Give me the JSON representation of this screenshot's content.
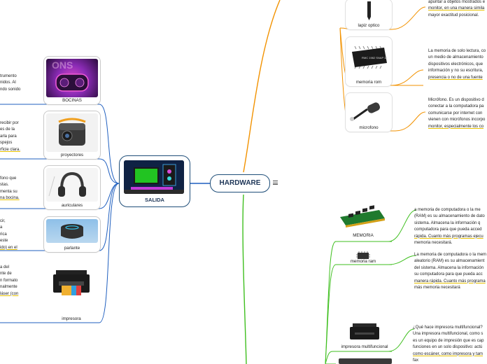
{
  "central": {
    "title": "HARDWARE",
    "menu_icon": "hamburger-icon"
  },
  "salida": {
    "label": "SALIDA",
    "image": "gaming-pc-icon",
    "items": [
      {
        "label": "BOCINAS",
        "image": "speaker-icon",
        "text": [
          "trumento",
          "nidos. Al",
          "ndo sonido"
        ]
      },
      {
        "label": "proyectores",
        "image": "projector-icon",
        "text": [
          "recibir por",
          "es de la",
          "arla para",
          "spejos",
          "rficie clara."
        ]
      },
      {
        "label": "auriculares",
        "image": "headphones-icon",
        "text": [
          "fono que",
          "stas.",
          "menta su",
          "na bocina."
        ]
      },
      {
        "label": "parlante",
        "image": "smart-speaker-icon",
        "text": [
          "cir,",
          "a",
          "rica",
          "este",
          "ido) en el"
        ]
      },
      {
        "label": "impresora",
        "image": "printer-icon",
        "text": [
          "a del",
          "nte de",
          "n formato",
          "nalmente",
          "láser (con"
        ]
      }
    ]
  },
  "entrada": [
    {
      "label": "lapiz optico",
      "image": "light-pen-icon",
      "text": [
        "apuntar a objetos mostrados e",
        "monitor, en una manera simila",
        "mayor exactitud posicional."
      ]
    },
    {
      "label": "memoria rom",
      "image": "rom-chip-icon",
      "chip_text": "RMC 1982 SNAP 18",
      "text": [
        "La memoria de solo lectura, co",
        "un medio de almacenamiento",
        "dispositivos electrónicos, que",
        "información y no su escritura,",
        "presencia o no de una fuente"
      ]
    },
    {
      "label": "microfono",
      "image": "microphone-icon",
      "text": [
        "Micrófono. Es un dispositivo d",
        "conectar a la computadora pa",
        "comunicarse por internet con",
        "vienen con micrófonos incorpo",
        "monitor, especialmente los co"
      ]
    }
  ],
  "almacenamiento": [
    {
      "label": "MEMORIA",
      "image": "ram-module-icon",
      "text": [
        "a memoria de computadora o la me",
        "(RAM) es su almacenamiento de dato",
        "sistema. Almacena la información q",
        "computadora para que pueda acced",
        "rápida. Cuanto más programas ejecu",
        "memoria necesitará."
      ]
    },
    {
      "label": "memoria ram",
      "image": "ram-chip-icon",
      "text": [
        "La memoria de computadora o la mem",
        "aleatorio (RAM) es su almacenamient",
        "del sistema. Almacena la información",
        "su computadora para que pueda acc",
        "manera rápida. Cuanto más programa",
        "más memoria necesitará"
      ]
    },
    {
      "label": "impresora multifuncional",
      "image": "multifunction-printer-icon",
      "text": [
        "¿Qué hace impresora multifuncional?",
        "Una impresora multifuncional, como s",
        "es un equipo de impresión que es cap",
        "funciones en un solo dispositivo: actú",
        "como escáner, como impresora y tam",
        "fax"
      ]
    }
  ],
  "colors": {
    "salida_branch": "#1f5fbf",
    "entrada_branch": "#f29200",
    "almacenamiento_branch": "#3fbf1f",
    "hub_border": "#1f4e79"
  }
}
